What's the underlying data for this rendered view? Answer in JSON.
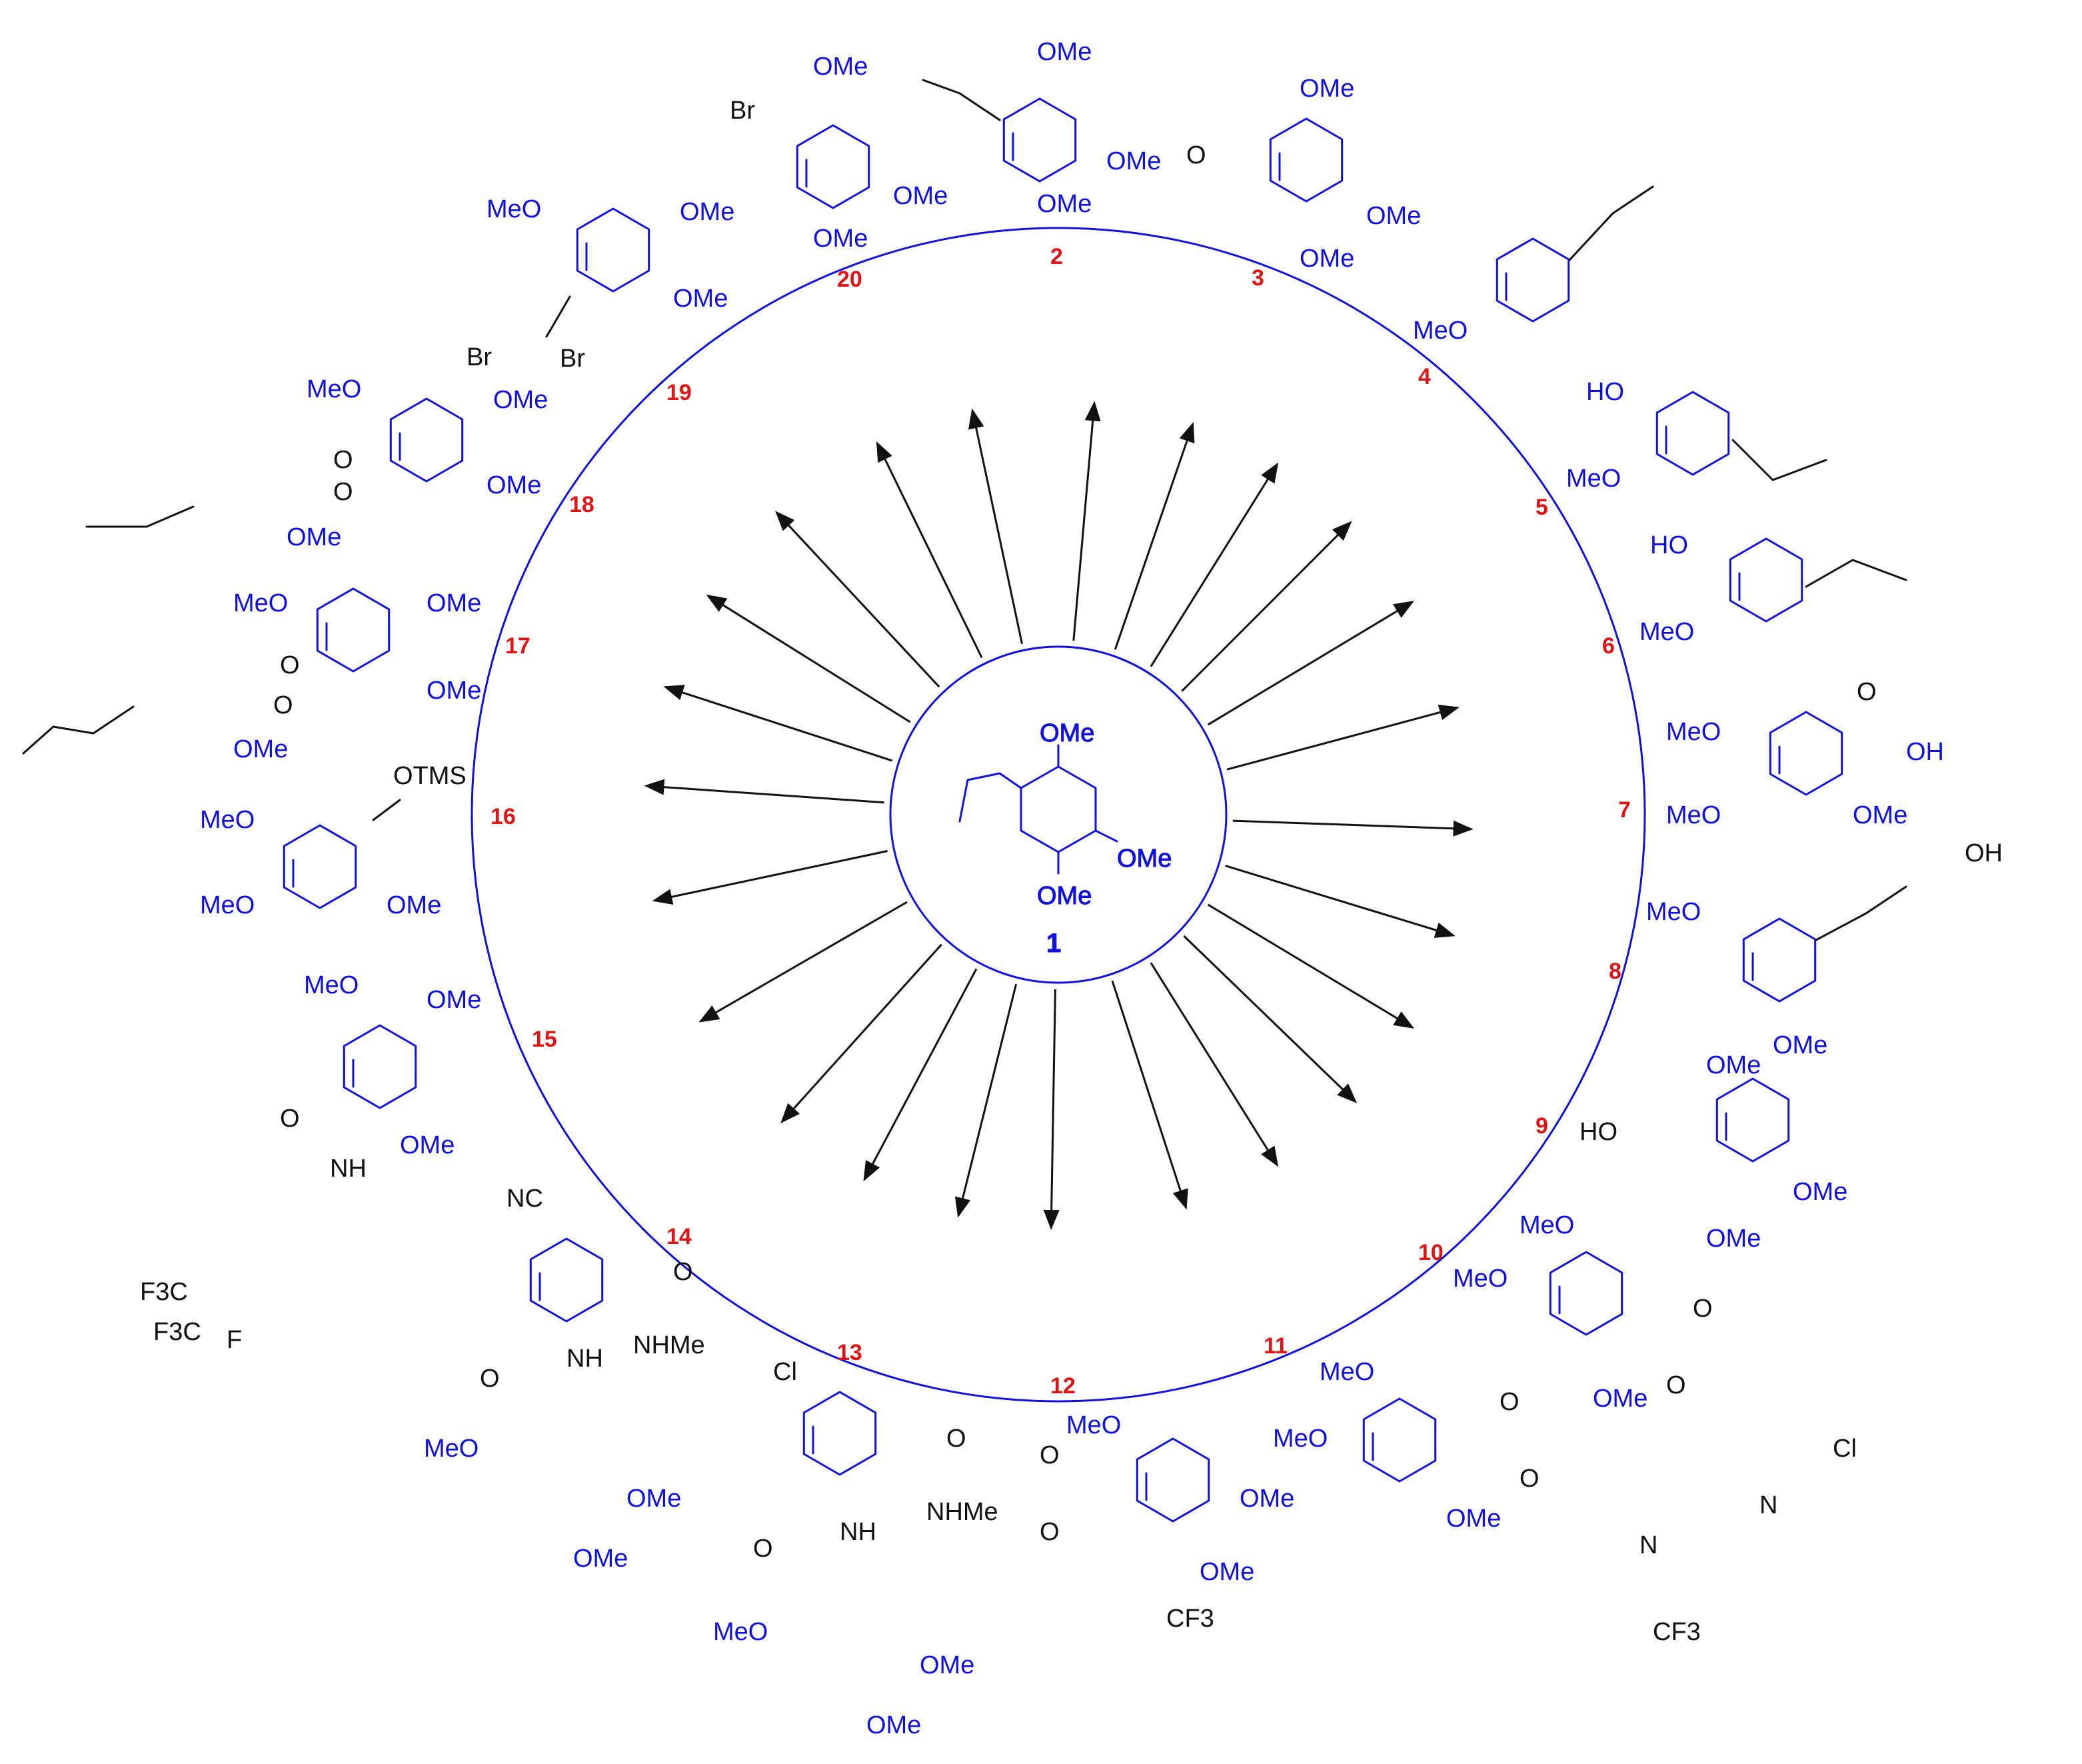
{
  "colors": {
    "core": "#1010e0",
    "other": "#111111",
    "number": "#e01414",
    "ring": "#1010e0",
    "arrow": "#111111"
  },
  "center": {
    "number": "1",
    "labels": [
      "OMe",
      "OMe",
      "OMe"
    ]
  },
  "compounds": [
    {
      "number": "2",
      "labels": [
        "OMe",
        "OMe",
        "OMe"
      ]
    },
    {
      "number": "3",
      "labels": [
        "OMe",
        "OMe",
        "OMe",
        "O"
      ]
    },
    {
      "number": "4",
      "labels": [
        "MeO"
      ]
    },
    {
      "number": "5",
      "labels": [
        "HO",
        "MeO"
      ]
    },
    {
      "number": "6",
      "labels": [
        "HO",
        "MeO"
      ]
    },
    {
      "number": "7",
      "labels": [
        "O",
        "OH",
        "MeO",
        "MeO",
        "OMe"
      ]
    },
    {
      "number": "8",
      "labels": [
        "OH",
        "MeO",
        "OMe"
      ]
    },
    {
      "number": "9",
      "labels": [
        "OMe",
        "HO",
        "OMe",
        "OMe"
      ]
    },
    {
      "number": "10",
      "labels": [
        "MeO",
        "MeO",
        "OMe",
        "O",
        "O",
        "N",
        "Cl"
      ]
    },
    {
      "number": "11",
      "labels": [
        "MeO",
        "MeO",
        "OMe",
        "O",
        "O",
        "N",
        "CF3"
      ]
    },
    {
      "number": "12",
      "labels": [
        "MeO",
        "OMe",
        "OMe",
        "O",
        "O",
        "CF3"
      ]
    },
    {
      "number": "13",
      "labels": [
        "Cl",
        "O",
        "NHMe",
        "NH",
        "O",
        "MeO",
        "OMe",
        "OMe"
      ]
    },
    {
      "number": "14",
      "labels": [
        "NC",
        "O",
        "NHMe",
        "NH",
        "O",
        "MeO",
        "OMe",
        "OMe"
      ]
    },
    {
      "number": "15",
      "labels": [
        "MeO",
        "OMe",
        "OMe",
        "O",
        "NH",
        "F3C",
        "F3C",
        "F"
      ]
    },
    {
      "number": "16",
      "labels": [
        "OTMS",
        "MeO",
        "MeO",
        "OMe"
      ]
    },
    {
      "number": "17",
      "labels": [
        "MeO",
        "OMe",
        "OMe",
        "O",
        "O",
        "OMe"
      ]
    },
    {
      "number": "18",
      "labels": [
        "MeO",
        "OMe",
        "OMe",
        "O",
        "O",
        "OMe"
      ]
    },
    {
      "number": "19",
      "labels": [
        "MeO",
        "OMe",
        "OMe",
        "Br",
        "Br"
      ]
    },
    {
      "number": "20",
      "labels": [
        "OMe",
        "Br",
        "OMe",
        "OMe"
      ]
    }
  ]
}
